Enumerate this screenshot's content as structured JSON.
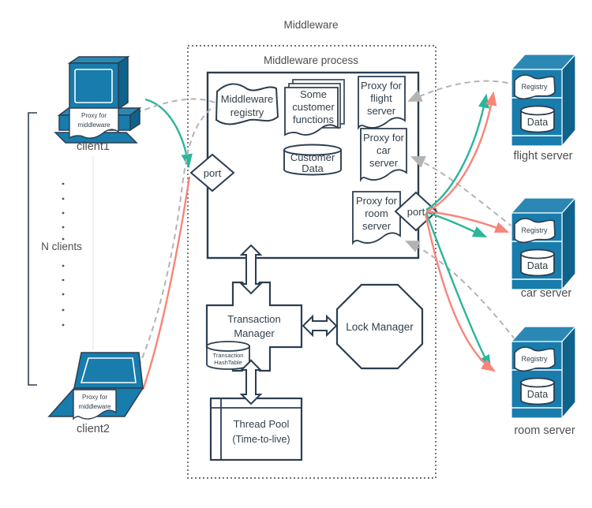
{
  "colors": {
    "shape_stroke": "#2c3e50",
    "shape_text": "#33414c",
    "label_text": "#4d4d4d",
    "machine_blue": "#187cac",
    "machine_blue_side": "#0f628c",
    "machine_blue_top": "#2b88b4",
    "link_teal": "#2bb59a",
    "link_salmon": "#f8857a",
    "link_dashed_gray": "#b3b3b3"
  },
  "middleware": {
    "title": "Middleware",
    "process_label": "Middleware process",
    "registry": {
      "l1": "Middleware",
      "l2": "registry"
    },
    "customer_functions": {
      "l1": "Some",
      "l2": "customer",
      "l3": "functions"
    },
    "customer_data": {
      "l1": "Customer",
      "l2": "Data"
    },
    "proxy_flight": {
      "l1": "Proxy for",
      "l2": "flight",
      "l3": "server"
    },
    "proxy_car": {
      "l1": "Proxy for",
      "l2": "car",
      "l3": "server"
    },
    "proxy_room": {
      "l1": "Proxy for",
      "l2": "room",
      "l3": "server"
    },
    "port_left_label": "port",
    "port_right_label": "port",
    "transaction_manager": {
      "l1": "Transaction",
      "l2": "Manager"
    },
    "transaction_hashtable": {
      "l1": "Transaction",
      "l2": "HashTable"
    },
    "lock_manager_label": "Lock Manager",
    "thread_pool": {
      "l1": "Thread Pool",
      "l2": "(Time-to-live)"
    }
  },
  "clients": {
    "n_clients_label": "N clients",
    "client1": {
      "label": "client1",
      "proxy_l1": "Proxy for",
      "proxy_l2": "middleware"
    },
    "client2": {
      "label": "client2",
      "proxy_l1": "Proxy for",
      "proxy_l2": "middleware"
    }
  },
  "servers": {
    "flight": {
      "label": "flight server",
      "registry_label": "Registry",
      "data_label": "Data"
    },
    "car": {
      "label": "car server",
      "registry_label": "Registry",
      "data_label": "Data"
    },
    "room": {
      "label": "room server",
      "registry_label": "Registry",
      "data_label": "Data"
    }
  }
}
